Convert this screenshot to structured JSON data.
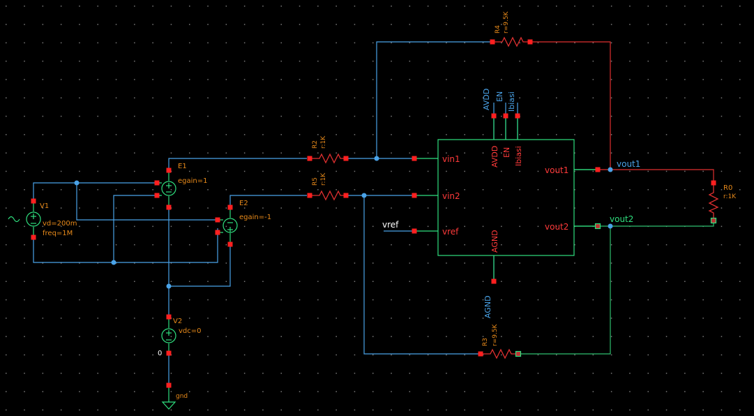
{
  "theme": {
    "background": "#000000",
    "grid_dot": "#7a7a7a",
    "wire_blue": "#4aa3e8",
    "wire_red": "#e03030",
    "wire_green": "#2fbf6f",
    "pin": "#ff2020",
    "component": "#2fe07f",
    "label_orange": "#e88a1a",
    "label_red": "#ff3a3a",
    "net_blue": "#4aa3e8",
    "net_green": "#2fe07f"
  },
  "components": {
    "v1": {
      "name": "V1",
      "params": [
        "vd=200m",
        "freq=1M"
      ]
    },
    "e1": {
      "name": "E1",
      "param": "egain=1"
    },
    "e2": {
      "name": "E2",
      "param": "egain=-1"
    },
    "v2": {
      "name": "V2",
      "param": "vdc=0"
    },
    "gnd_node": "0",
    "gnd_label": "gnd",
    "r2": {
      "name": "R2",
      "value": "r:1K"
    },
    "r5": {
      "name": "R5",
      "value": "r:1K"
    },
    "r4": {
      "name": "R4",
      "value": "r=9.5K"
    },
    "r3": {
      "name": "R3",
      "value": "r=9.5K"
    },
    "r0": {
      "name": "R0",
      "value": "r:1K"
    }
  },
  "block": {
    "pins": {
      "vin1": "vin1",
      "vin2": "vin2",
      "vref": "vref",
      "vout1": "vout1",
      "vout2": "vout2",
      "avdd": "AVDD",
      "en": "EN",
      "ibias": "Ibiasi",
      "agnd": "AGND"
    }
  },
  "nets": {
    "avdd": "AVDD",
    "en": "EN",
    "ibias": "Ibiasi",
    "vref": "vref",
    "agnd": "AGND",
    "vout1": "vout1",
    "vout2": "vout2"
  }
}
